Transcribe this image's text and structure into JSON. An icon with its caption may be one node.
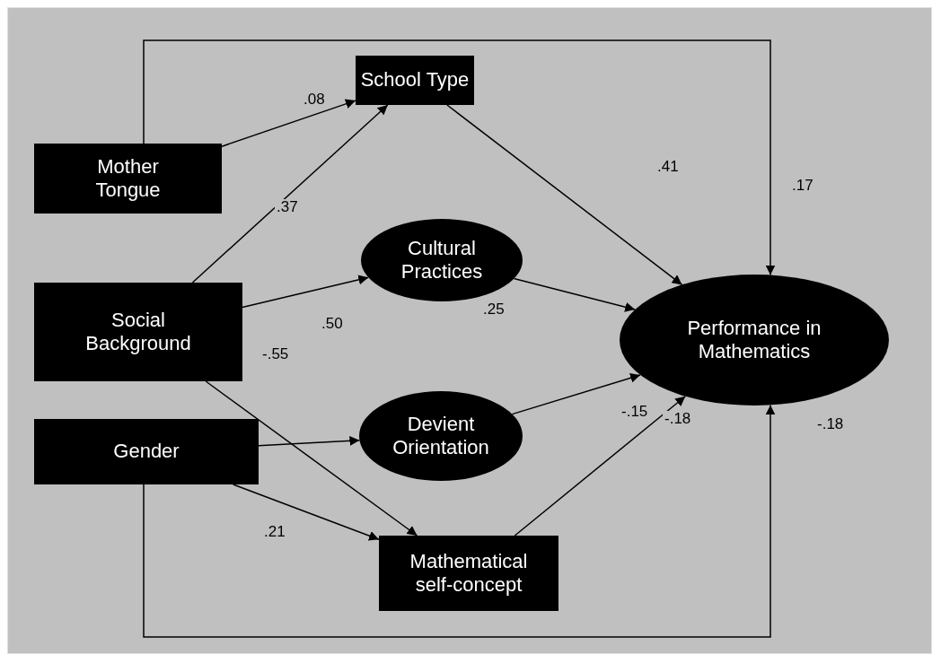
{
  "diagram": {
    "nodes": [
      {
        "text": [
          "Mother Tongue"
        ]
      },
      {
        "text": [
          "School Type"
        ]
      },
      {
        "text": [
          "Cultural Practices"
        ]
      },
      {
        "text": [
          "Social Background"
        ]
      },
      {
        "text": [
          "Devient Orientation"
        ]
      },
      {
        "text": [
          "Gender"
        ]
      },
      {
        "text": [
          "Performance in Mathematics"
        ]
      },
      {
        "text": [
          "Mathematical self-concept"
        ]
      }
    ],
    "edges": [
      {
        "from": 0,
        "to": 1,
        "arrow": "to",
        "label": ".08"
      },
      {
        "from": 0,
        "to": 6,
        "arrow": "to",
        "label": ".17"
      },
      {
        "from": 3,
        "to": 1,
        "arrow": "to",
        "label": ".37"
      },
      {
        "from": 3,
        "to": 2,
        "arrow": "to",
        "label": ".50"
      },
      {
        "from": 3,
        "to": 7,
        "arrow": "to",
        "label": "-.55"
      },
      {
        "from": 5,
        "to": 4,
        "arrow": "to"
      },
      {
        "from": 5,
        "to": 7,
        "arrow": "to",
        "label": ".21"
      },
      {
        "from": 5,
        "to": 6,
        "arrow": "to",
        "label": "-.18"
      },
      {
        "from": 1,
        "to": 6,
        "arrow": "to",
        "label": ".41"
      },
      {
        "from": 2,
        "to": 6,
        "arrow": "to",
        "label": ".25"
      },
      {
        "from": 4,
        "to": 6,
        "arrow": "to",
        "label": "-.15"
      },
      {
        "from": 7,
        "to": 6,
        "arrow": "to",
        "label": "-.18"
      }
    ]
  }
}
